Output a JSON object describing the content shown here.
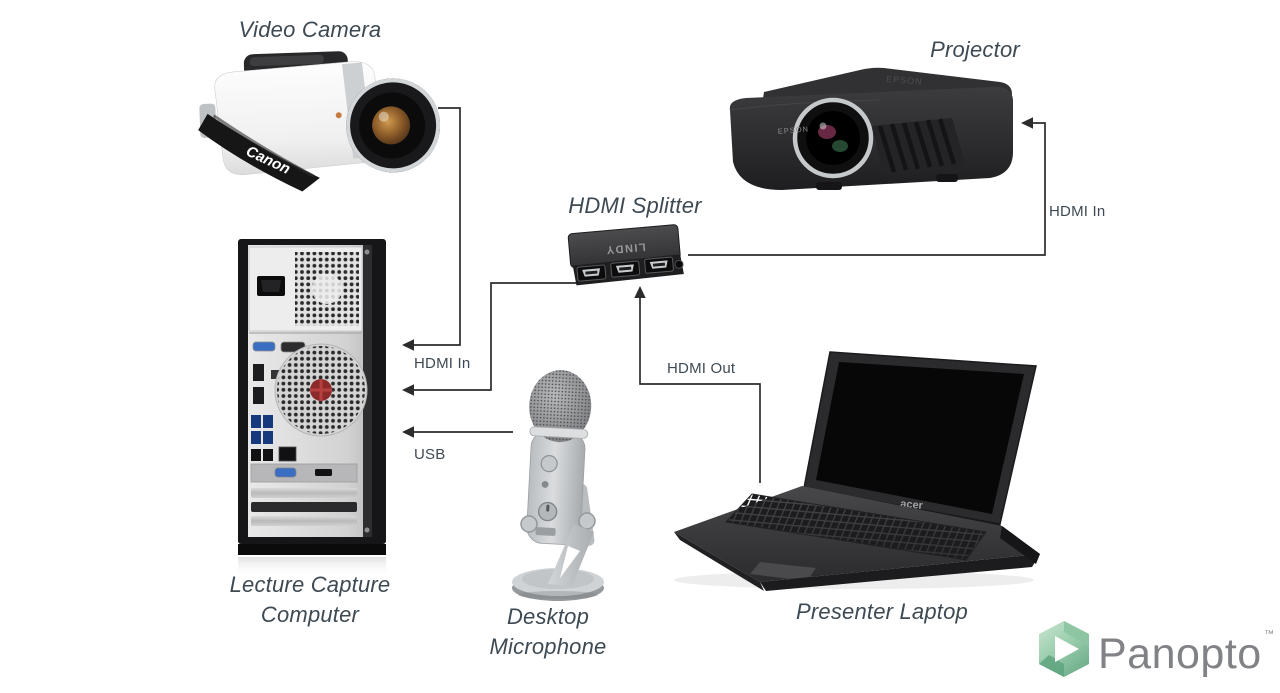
{
  "devices": {
    "camera": {
      "label": "Video Camera",
      "brand": "Canon"
    },
    "projector": {
      "label": "Projector",
      "brand": "EPSON"
    },
    "splitter": {
      "label": "HDMI Splitter",
      "brand": "LINDY"
    },
    "computer": {
      "label_line1": "Lecture Capture",
      "label_line2": "Computer"
    },
    "microphone": {
      "label_line1": "Desktop",
      "label_line2": "Microphone"
    },
    "laptop": {
      "label": "Presenter Laptop",
      "brand": "acer"
    }
  },
  "connections": {
    "camera_to_computer": {
      "label": "HDMI In"
    },
    "mic_to_computer": {
      "label": "USB"
    },
    "laptop_to_splitter": {
      "label": "HDMI Out"
    },
    "splitter_to_projector": {
      "label": "HDMI In"
    }
  },
  "logo": {
    "text": "Panopto",
    "trademark": "™"
  },
  "colors": {
    "background": "#ffffff",
    "label_text": "#3E4A53",
    "wire": "#2C2C2C",
    "logo_text": "#808285",
    "logo_green_light": "#CDE5D4",
    "logo_green_mid": "#9CCFAE",
    "logo_green_dark": "#6FAE8C"
  }
}
